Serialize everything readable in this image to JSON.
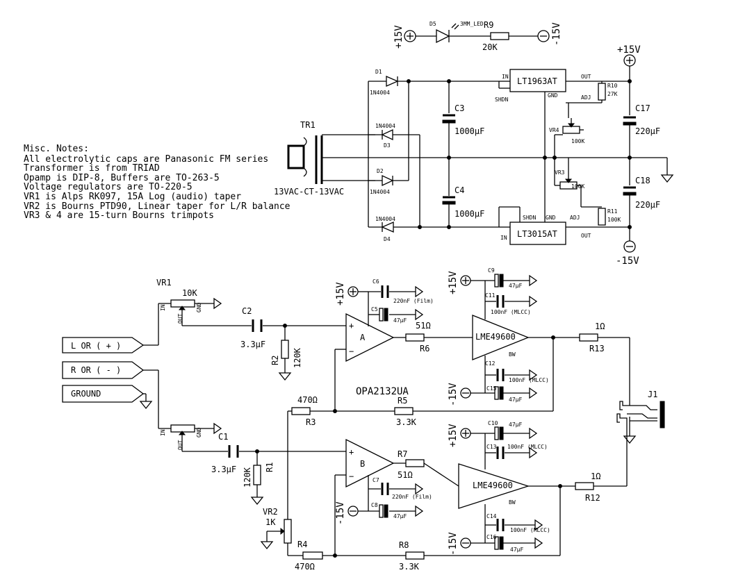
{
  "notes": [
    "Misc. Notes:",
    "All electrolytic caps are Panasonic FM series",
    "Transformer is from TRIAD",
    "Opamp is DIP-8, Buffers are TO-263-5",
    "Voltage regulators are TO-220-5",
    "VR1 is Alps RK097, 15A Log (audio) taper",
    "VR2 is Bourns PTD90, Linear taper for L/R balance",
    "VR3 & 4 are 15-turn Bourns trimpots"
  ],
  "led": {
    "ref": "D5",
    "label": "3MM_LED",
    "r_ref": "R9",
    "r_val": "20K",
    "vp": "+15V",
    "vn": "-15V"
  },
  "psu": {
    "tr_ref": "TR1",
    "tr_label": "13VAC-CT-13VAC",
    "d1": "D1",
    "d2": "D2",
    "d3": "D3",
    "d4": "D4",
    "diode": "1N4004",
    "c3": "C3",
    "c4": "C4",
    "c_bulk": "1000µF",
    "reg_pos": "LT1963AT",
    "reg_neg": "LT3015AT",
    "pin_in": "IN",
    "pin_out": "OUT",
    "pin_gnd": "GND",
    "pin_shdn": "SHDN",
    "pin_adj": "ADJ",
    "r10": "R10",
    "r10_val": "27K",
    "r11": "R11",
    "r11_val": "100K",
    "vr3": "VR3",
    "vr4": "VR4",
    "trim_val": "100K",
    "c17": "C17",
    "c18": "C18",
    "c_out": "220µF",
    "vp": "+15V",
    "vn": "-15V"
  },
  "amp": {
    "vr1": "VR1",
    "vr1_val": "10K",
    "vr2": "VR2",
    "vr2_val": "1K",
    "pin_in": "IN",
    "pin_gnd": "GND",
    "pin_out": "OUT",
    "in_l": "L OR ( + )",
    "in_r": "R OR ( - )",
    "in_gnd": "GROUND",
    "c1": "C1",
    "c2": "C2",
    "c_in": "3.3µF",
    "r1": "R1",
    "r2": "R2",
    "r_in": "120K",
    "r3": "R3",
    "r4": "R4",
    "r_g": "470Ω",
    "r5": "R5",
    "r8": "R8",
    "r_f": "3.3K",
    "r6": "R6",
    "r7": "R7",
    "r_s": "51Ω",
    "r12": "R12",
    "r13": "R13",
    "r_o": "1Ω",
    "opamp": "OPA2132UA",
    "op_a": "A",
    "op_b": "B",
    "buf": "LME49600",
    "buf_bw": "BW",
    "c5": "C5",
    "c6": "C6",
    "c7": "C7",
    "c8": "C8",
    "c9": "C9",
    "c10": "C10",
    "c11": "C11",
    "c12": "C12",
    "c13": "C13",
    "c14": "C14",
    "c15": "C15",
    "c16": "C16",
    "v_film": "220nF (Film)",
    "v_mlcc": "100nF (MLCC)",
    "v_el": "47µF",
    "j1": "J1",
    "vp": "+15V",
    "vn": "-15V"
  }
}
